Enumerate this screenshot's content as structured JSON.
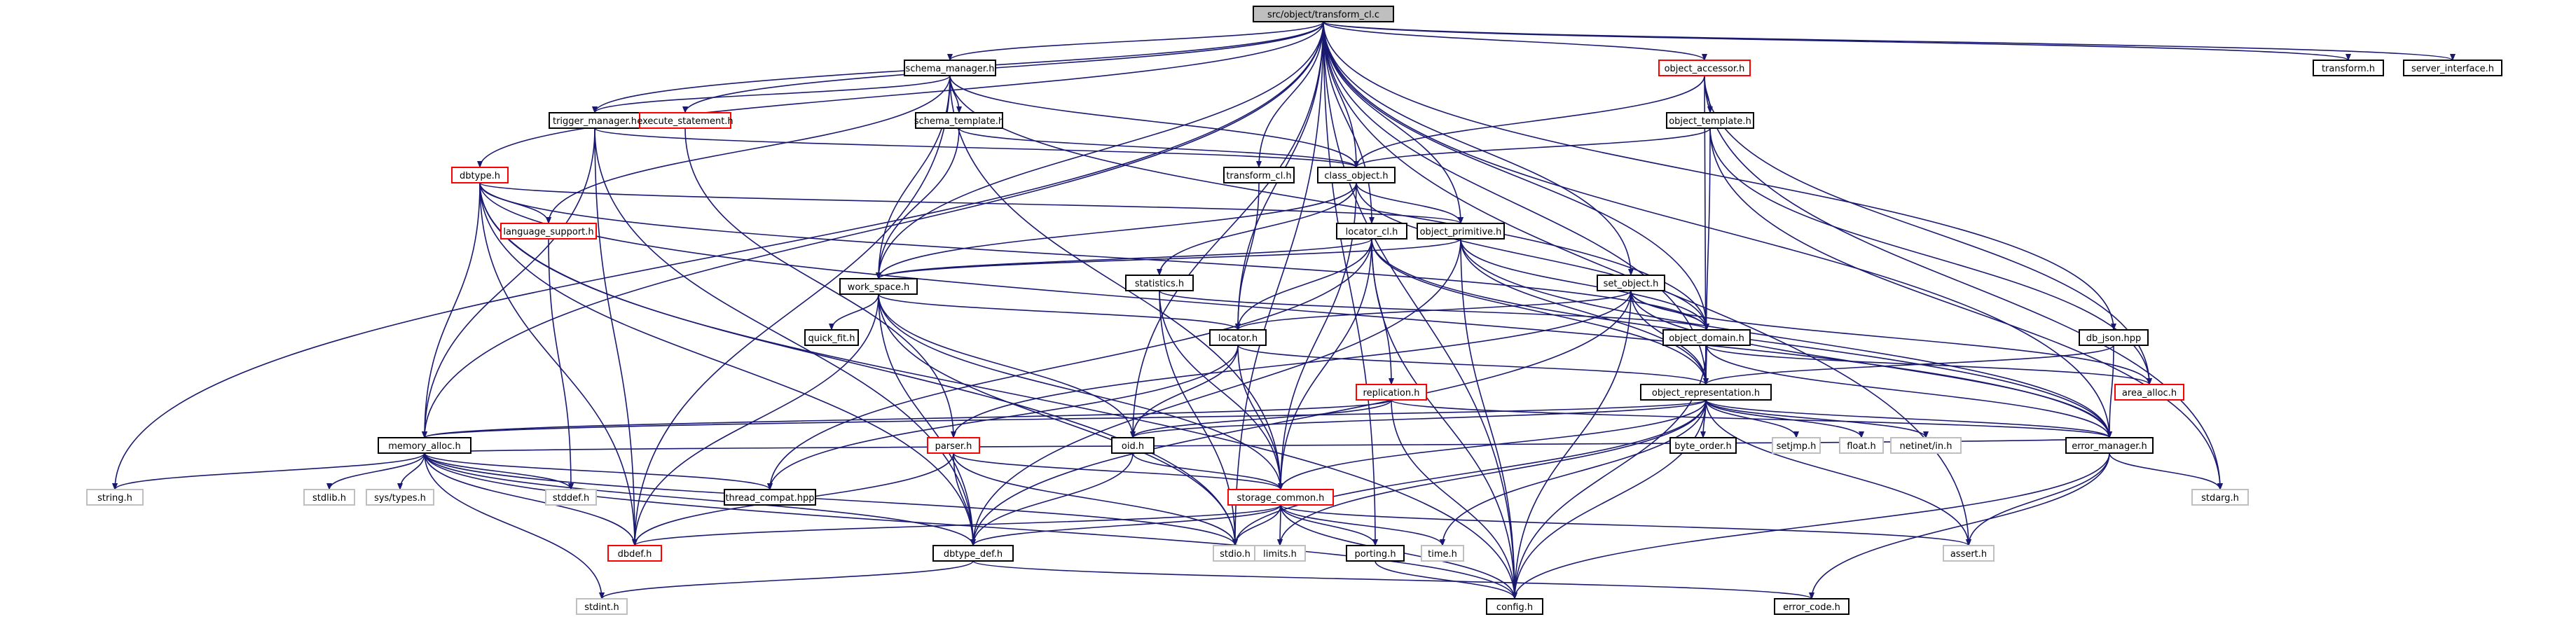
{
  "diagram": {
    "colors": {
      "edge": "#191970",
      "root_fill": "#bfbfbf",
      "root_border": "#000000",
      "documented_border": "#000000",
      "undocumented_border": "#ff0000",
      "system_border": "#bfbfbf"
    },
    "root": "root",
    "nodes": [
      {
        "id": "root",
        "label": "src/object/transform_cl.c",
        "kind": "root"
      },
      {
        "id": "schema_manager",
        "label": "schema_manager.h",
        "kind": "documented"
      },
      {
        "id": "object_accessor",
        "label": "object_accessor.h",
        "kind": "undocumented"
      },
      {
        "id": "transform",
        "label": "transform.h",
        "kind": "documented"
      },
      {
        "id": "server_interface",
        "label": "server_interface.h",
        "kind": "documented"
      },
      {
        "id": "trigger_manager",
        "label": "trigger_manager.h",
        "kind": "documented"
      },
      {
        "id": "execute_statement",
        "label": "execute_statement.h",
        "kind": "undocumented"
      },
      {
        "id": "schema_template",
        "label": "schema_template.h",
        "kind": "documented"
      },
      {
        "id": "object_template",
        "label": "object_template.h",
        "kind": "documented"
      },
      {
        "id": "dbtype",
        "label": "dbtype.h",
        "kind": "undocumented"
      },
      {
        "id": "transform_cl",
        "label": "transform_cl.h",
        "kind": "documented"
      },
      {
        "id": "class_object",
        "label": "class_object.h",
        "kind": "documented"
      },
      {
        "id": "language_support",
        "label": "language_support.h",
        "kind": "undocumented"
      },
      {
        "id": "locator_cl",
        "label": "locator_cl.h",
        "kind": "documented"
      },
      {
        "id": "object_primitive",
        "label": "object_primitive.h",
        "kind": "documented"
      },
      {
        "id": "statistics",
        "label": "statistics.h",
        "kind": "documented"
      },
      {
        "id": "set_object",
        "label": "set_object.h",
        "kind": "documented"
      },
      {
        "id": "work_space",
        "label": "work_space.h",
        "kind": "documented"
      },
      {
        "id": "quick_fit",
        "label": "quick_fit.h",
        "kind": "documented"
      },
      {
        "id": "locator",
        "label": "locator.h",
        "kind": "documented"
      },
      {
        "id": "object_domain",
        "label": "object_domain.h",
        "kind": "documented"
      },
      {
        "id": "db_json",
        "label": "db_json.hpp",
        "kind": "documented"
      },
      {
        "id": "replication",
        "label": "replication.h",
        "kind": "undocumented"
      },
      {
        "id": "object_representation",
        "label": "object_representation.h",
        "kind": "documented"
      },
      {
        "id": "area_alloc",
        "label": "area_alloc.h",
        "kind": "undocumented"
      },
      {
        "id": "memory_alloc",
        "label": "memory_alloc.h",
        "kind": "documented"
      },
      {
        "id": "parser",
        "label": "parser.h",
        "kind": "undocumented"
      },
      {
        "id": "oid",
        "label": "oid.h",
        "kind": "documented"
      },
      {
        "id": "byte_order",
        "label": "byte_order.h",
        "kind": "documented"
      },
      {
        "id": "setjmp",
        "label": "setjmp.h",
        "kind": "system"
      },
      {
        "id": "float",
        "label": "float.h",
        "kind": "system"
      },
      {
        "id": "netinet_in",
        "label": "netinet/in.h",
        "kind": "system"
      },
      {
        "id": "error_manager",
        "label": "error_manager.h",
        "kind": "documented"
      },
      {
        "id": "string",
        "label": "string.h",
        "kind": "system"
      },
      {
        "id": "stdlib",
        "label": "stdlib.h",
        "kind": "system"
      },
      {
        "id": "sys_types",
        "label": "sys/types.h",
        "kind": "system"
      },
      {
        "id": "stddef",
        "label": "stddef.h",
        "kind": "system"
      },
      {
        "id": "thread_compat",
        "label": "thread_compat.hpp",
        "kind": "documented"
      },
      {
        "id": "storage_common",
        "label": "storage_common.h",
        "kind": "undocumented"
      },
      {
        "id": "stdarg",
        "label": "stdarg.h",
        "kind": "system"
      },
      {
        "id": "dbdef",
        "label": "dbdef.h",
        "kind": "undocumented"
      },
      {
        "id": "dbtype_def",
        "label": "dbtype_def.h",
        "kind": "documented"
      },
      {
        "id": "stdio",
        "label": "stdio.h",
        "kind": "system"
      },
      {
        "id": "limits",
        "label": "limits.h",
        "kind": "system"
      },
      {
        "id": "porting",
        "label": "porting.h",
        "kind": "documented"
      },
      {
        "id": "time",
        "label": "time.h",
        "kind": "system"
      },
      {
        "id": "assert",
        "label": "assert.h",
        "kind": "system"
      },
      {
        "id": "stdint",
        "label": "stdint.h",
        "kind": "system"
      },
      {
        "id": "config",
        "label": "config.h",
        "kind": "documented"
      },
      {
        "id": "error_code",
        "label": "error_code.h",
        "kind": "documented"
      }
    ],
    "edges": [
      [
        "root",
        "schema_manager"
      ],
      [
        "root",
        "object_accessor"
      ],
      [
        "root",
        "transform"
      ],
      [
        "root",
        "server_interface"
      ],
      [
        "root",
        "trigger_manager"
      ],
      [
        "root",
        "execute_statement"
      ],
      [
        "root",
        "dbtype"
      ],
      [
        "root",
        "transform_cl"
      ],
      [
        "root",
        "class_object"
      ],
      [
        "root",
        "locator_cl"
      ],
      [
        "root",
        "object_primitive"
      ],
      [
        "root",
        "set_object"
      ],
      [
        "root",
        "work_space"
      ],
      [
        "root",
        "locator"
      ],
      [
        "root",
        "object_domain"
      ],
      [
        "root",
        "db_json"
      ],
      [
        "root",
        "object_representation"
      ],
      [
        "root",
        "memory_alloc"
      ],
      [
        "root",
        "oid"
      ],
      [
        "root",
        "error_manager"
      ],
      [
        "root",
        "string"
      ],
      [
        "root",
        "stdio"
      ],
      [
        "root",
        "porting"
      ],
      [
        "root",
        "assert"
      ],
      [
        "root",
        "config"
      ],
      [
        "schema_manager",
        "trigger_manager"
      ],
      [
        "schema_manager",
        "schema_template"
      ],
      [
        "schema_manager",
        "class_object"
      ],
      [
        "schema_manager",
        "language_support"
      ],
      [
        "schema_manager",
        "work_space"
      ],
      [
        "schema_manager",
        "object_domain"
      ],
      [
        "schema_manager",
        "storage_common"
      ],
      [
        "schema_manager",
        "dbdef"
      ],
      [
        "object_accessor",
        "class_object"
      ],
      [
        "object_accessor",
        "object_template"
      ],
      [
        "object_accessor",
        "object_representation"
      ],
      [
        "object_accessor",
        "area_alloc"
      ],
      [
        "object_accessor",
        "stdarg"
      ],
      [
        "object_template",
        "class_object"
      ],
      [
        "object_template",
        "object_representation"
      ],
      [
        "object_template",
        "area_alloc"
      ],
      [
        "object_template",
        "stdarg"
      ],
      [
        "trigger_manager",
        "class_object"
      ],
      [
        "trigger_manager",
        "memory_alloc"
      ],
      [
        "trigger_manager",
        "dbtype_def"
      ],
      [
        "trigger_manager",
        "dbdef"
      ],
      [
        "execute_statement",
        "parser"
      ],
      [
        "schema_template",
        "class_object"
      ],
      [
        "schema_template",
        "work_space"
      ],
      [
        "dbtype",
        "language_support"
      ],
      [
        "dbtype",
        "memory_alloc"
      ],
      [
        "dbtype",
        "object_primitive"
      ],
      [
        "dbtype",
        "object_domain"
      ],
      [
        "dbtype",
        "error_manager"
      ],
      [
        "dbtype",
        "dbtype_def"
      ],
      [
        "dbtype",
        "dbdef"
      ],
      [
        "dbtype",
        "stdio"
      ],
      [
        "dbtype",
        "config"
      ],
      [
        "transform_cl",
        "locator"
      ],
      [
        "class_object",
        "object_primitive"
      ],
      [
        "class_object",
        "statistics"
      ],
      [
        "class_object",
        "work_space"
      ],
      [
        "class_object",
        "object_domain"
      ],
      [
        "class_object",
        "storage_common"
      ],
      [
        "language_support",
        "stddef"
      ],
      [
        "locator_cl",
        "work_space"
      ],
      [
        "locator_cl",
        "locator"
      ],
      [
        "locator_cl",
        "replication"
      ],
      [
        "locator_cl",
        "object_representation"
      ],
      [
        "locator_cl",
        "error_manager"
      ],
      [
        "locator_cl",
        "storage_common"
      ],
      [
        "locator_cl",
        "thread_compat"
      ],
      [
        "locator_cl",
        "config"
      ],
      [
        "object_primitive",
        "work_space"
      ],
      [
        "object_primitive",
        "object_domain"
      ],
      [
        "object_primitive",
        "object_representation"
      ],
      [
        "object_primitive",
        "error_manager"
      ],
      [
        "object_primitive",
        "dbtype_def"
      ],
      [
        "object_primitive",
        "config"
      ],
      [
        "statistics",
        "object_domain"
      ],
      [
        "statistics",
        "storage_common"
      ],
      [
        "statistics",
        "stdio"
      ],
      [
        "set_object",
        "locator"
      ],
      [
        "set_object",
        "object_domain"
      ],
      [
        "set_object",
        "object_representation"
      ],
      [
        "set_object",
        "area_alloc"
      ],
      [
        "set_object",
        "error_manager"
      ],
      [
        "set_object",
        "parser"
      ],
      [
        "set_object",
        "dbtype_def"
      ],
      [
        "set_object",
        "config"
      ],
      [
        "work_space",
        "quick_fit"
      ],
      [
        "work_space",
        "locator"
      ],
      [
        "work_space",
        "oid"
      ],
      [
        "work_space",
        "storage_common"
      ],
      [
        "work_space",
        "dbtype_def"
      ],
      [
        "work_space",
        "stdio"
      ],
      [
        "work_space",
        "dbdef"
      ],
      [
        "locator",
        "oid"
      ],
      [
        "locator",
        "storage_common"
      ],
      [
        "locator",
        "object_representation"
      ],
      [
        "locator",
        "thread_compat"
      ],
      [
        "object_domain",
        "area_alloc"
      ],
      [
        "object_domain",
        "error_manager"
      ],
      [
        "object_domain",
        "object_representation"
      ],
      [
        "object_domain",
        "config"
      ],
      [
        "db_json",
        "object_representation"
      ],
      [
        "db_json",
        "error_manager"
      ],
      [
        "replication",
        "memory_alloc"
      ],
      [
        "replication",
        "oid"
      ],
      [
        "replication",
        "error_manager"
      ],
      [
        "replication",
        "config"
      ],
      [
        "object_representation",
        "byte_order"
      ],
      [
        "object_representation",
        "setjmp"
      ],
      [
        "object_representation",
        "float"
      ],
      [
        "object_representation",
        "netinet_in"
      ],
      [
        "object_representation",
        "error_manager"
      ],
      [
        "object_representation",
        "oid"
      ],
      [
        "object_representation",
        "storage_common"
      ],
      [
        "object_representation",
        "memory_alloc"
      ],
      [
        "object_representation",
        "stdio"
      ],
      [
        "object_representation",
        "limits"
      ],
      [
        "object_representation",
        "time"
      ],
      [
        "object_representation",
        "assert"
      ],
      [
        "object_representation",
        "config"
      ],
      [
        "memory_alloc",
        "string"
      ],
      [
        "memory_alloc",
        "stdlib"
      ],
      [
        "memory_alloc",
        "sys_types"
      ],
      [
        "memory_alloc",
        "stddef"
      ],
      [
        "memory_alloc",
        "thread_compat"
      ],
      [
        "memory_alloc",
        "dbdef"
      ],
      [
        "memory_alloc",
        "dbtype_def"
      ],
      [
        "memory_alloc",
        "stdio"
      ],
      [
        "memory_alloc",
        "stdint"
      ],
      [
        "memory_alloc",
        "config"
      ],
      [
        "memory_alloc",
        "error_manager"
      ],
      [
        "parser",
        "dbtype_def"
      ],
      [
        "parser",
        "dbdef"
      ],
      [
        "parser",
        "stdio"
      ],
      [
        "parser",
        "storage_common"
      ],
      [
        "oid",
        "storage_common"
      ],
      [
        "oid",
        "dbtype_def"
      ],
      [
        "error_manager",
        "stdarg"
      ],
      [
        "error_manager",
        "assert"
      ],
      [
        "error_manager",
        "config"
      ],
      [
        "error_manager",
        "error_code"
      ],
      [
        "storage_common",
        "dbdef"
      ],
      [
        "storage_common",
        "dbtype_def"
      ],
      [
        "storage_common",
        "stdio"
      ],
      [
        "storage_common",
        "limits"
      ],
      [
        "storage_common",
        "porting"
      ],
      [
        "storage_common",
        "time"
      ],
      [
        "storage_common",
        "assert"
      ],
      [
        "storage_common",
        "config"
      ],
      [
        "dbtype_def",
        "stdint"
      ],
      [
        "dbtype_def",
        "error_code"
      ],
      [
        "porting",
        "config"
      ]
    ]
  }
}
